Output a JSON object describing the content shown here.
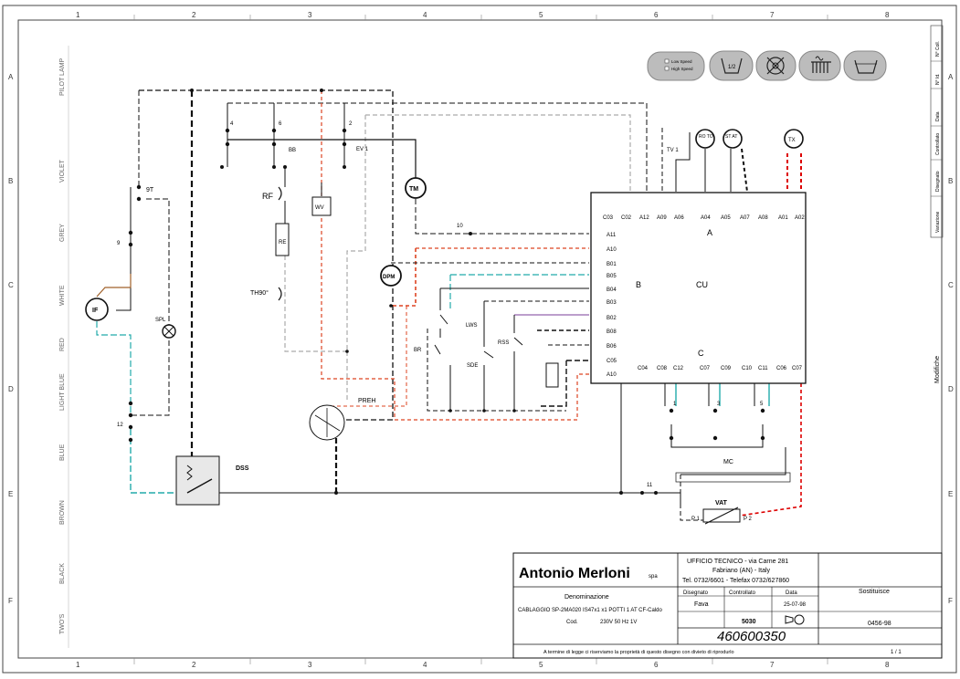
{
  "grid": {
    "cols": [
      "1",
      "2",
      "3",
      "4",
      "5",
      "6",
      "7",
      "8"
    ],
    "rows": [
      "A",
      "B",
      "C",
      "D",
      "E",
      "F"
    ]
  },
  "wire_colors": [
    "PILOT LAMP",
    "VIOLET",
    "GREY",
    "WHITE",
    "RED",
    "LIGHT BLUE",
    "BLUE",
    "BROWN",
    "BLACK",
    "TWO'S"
  ],
  "right_strip": [
    "N° Coll.",
    "N° Id.",
    "Data",
    "Controllato",
    "Disegnato",
    "Variazione"
  ],
  "right_title": "Modifiche",
  "panel_icons": [
    {
      "name": "speed-selector",
      "lines": [
        "Low Speed",
        "High Speed"
      ]
    },
    {
      "name": "half-load",
      "text": "1/2"
    },
    {
      "name": "no-spin",
      "text": ""
    },
    {
      "name": "heater",
      "text": ""
    },
    {
      "name": "rinse-hold",
      "text": ""
    }
  ],
  "components": {
    "TM": "TM",
    "DPM": "DPM",
    "IF": "IF",
    "WV": "WV",
    "RE": "RE",
    "RF": "RF",
    "TH90": "TH90°",
    "EV1": "EV 1",
    "BB": "BB",
    "9T": "9T",
    "SPL": "SPL",
    "PREH": "PREH",
    "DSS": "DSS",
    "MC": "MC",
    "VAT": "VAT",
    "TX": "TX",
    "STAT": "ST AT",
    "ROTO": "RO TO",
    "TV1": "TV 1",
    "LWS": "LWS",
    "RSS": "RSS",
    "SDE": "SDE",
    "BR": "BR",
    "CU": "CU",
    "A": "A",
    "B": "B",
    "C": "C",
    "P1": "P 1",
    "P2": "P 2"
  },
  "cu_top_pins": [
    "C03",
    "C02",
    "A12",
    "A09",
    "A06",
    "A04",
    "A05",
    "A07",
    "A08",
    "A01",
    "A02"
  ],
  "cu_left_pins": [
    "A11",
    "A10",
    "B01",
    "B05",
    "B04",
    "B03",
    "B02",
    "B08",
    "B06",
    "C05",
    "A10"
  ],
  "cu_bottom_pins": [
    "C04",
    "C08",
    "C12",
    "C07",
    "C09",
    "C10",
    "C11",
    "C06",
    "C07"
  ],
  "terminals": [
    "4",
    "6",
    "2",
    "10",
    "11",
    "12",
    "9",
    "1",
    "3",
    "5"
  ],
  "titleblock": {
    "company": "Antonio Merloni",
    "company_suffix": "spa",
    "office": "UFFICIO TECNICO  -  via Carne 281",
    "city": "Fabriano (AN)  -  Italy",
    "phone": "Tel. 0732/6601 - Telefax 0732/627860",
    "denominazione_label": "Denominazione",
    "description": "CABLAGGIO SP-2MA020 IS47x1 x1 POTTI 1 AT CF-Caldo",
    "code_label": "Cod.",
    "voltage": "230V 50 Hz 1V",
    "disegnato_label": "Disegnato",
    "controllato_label": "Controllato",
    "data_label": "Data",
    "disegnato": "Fava",
    "date": "25-07-98",
    "number_small": "5030",
    "drawing_number": "460600350",
    "sostituisce_label": "Sostituisce",
    "sostituisce_value": "0456-98",
    "footer_note": "A termine di legge ci riserviamo la proprietà di questo disegno con divieto di riprodurlo",
    "page": "1 / 1"
  }
}
